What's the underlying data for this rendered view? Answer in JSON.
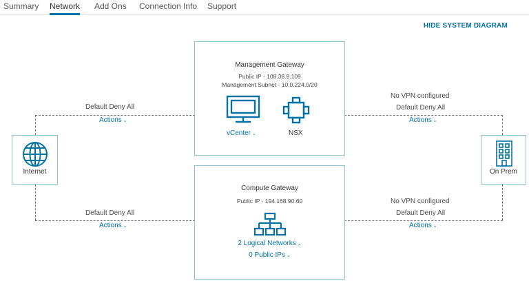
{
  "tabs": [
    {
      "label": "Summary",
      "active": false
    },
    {
      "label": "Network",
      "active": true
    },
    {
      "label": "Add Ons",
      "active": false
    },
    {
      "label": "Connection Info",
      "active": false
    },
    {
      "label": "Support",
      "active": false
    }
  ],
  "hide_diagram_label": "HIDE SYSTEM DIAGRAM",
  "management_gateway": {
    "title": "Management Gateway",
    "public_ip": "Public IP - 108.38.9.109",
    "subnet": "Management Subnet - 10.0.224.0/20",
    "vcenter_label": "vCenter",
    "nsx_label": "NSX"
  },
  "compute_gateway": {
    "title": "Compute Gateway",
    "public_ip": "Public IP - 194.168.90.60",
    "logical_networks": "2 Logical Networks",
    "public_ips": "0 Public IPs"
  },
  "internet": {
    "label": "Internet"
  },
  "on_prem": {
    "label": "On Prem"
  },
  "links": {
    "top_left": {
      "firewall": "Default Deny All",
      "actions": "Actions"
    },
    "top_right": {
      "vpn": "No VPN configured",
      "firewall": "Default Deny All",
      "actions": "Actions"
    },
    "bottom_left": {
      "firewall": "Default Deny All",
      "actions": "Actions"
    },
    "bottom_right": {
      "vpn": "No VPN configured",
      "firewall": "Default Deny All",
      "actions": "Actions"
    }
  },
  "colors": {
    "accent": "#0072a3",
    "card_border": "#8fc0d6",
    "dash": "#6f6f6f"
  }
}
